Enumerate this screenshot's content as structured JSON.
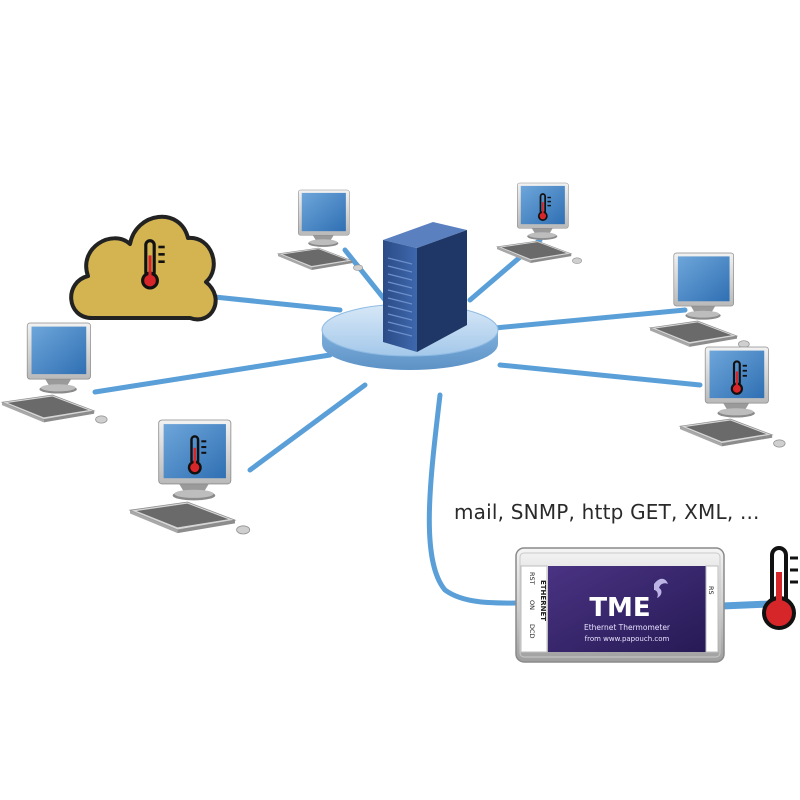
{
  "protocols_label": "mail, SNMP, http GET, XML, ...",
  "device": {
    "brand": "TME",
    "subtitle": "Ethernet Thermometer",
    "from": "from www.papouch.com",
    "side_label": "ETHERNET",
    "port_labels": [
      "RST",
      "ON",
      "DCD"
    ],
    "right_label": "RS"
  },
  "colors": {
    "link": "#5a9fd8",
    "screen": "#3f7fc2",
    "cloud": "#d4b451",
    "thermo_red": "#d7262a",
    "device_panel": "#3a2a6a",
    "server": "#2d4f8a",
    "hub": "#a9cdee"
  },
  "icons": [
    "cloud-thermometer-icon",
    "thermometer-icon",
    "server-icon",
    "hub-icon",
    "computer-icon"
  ]
}
